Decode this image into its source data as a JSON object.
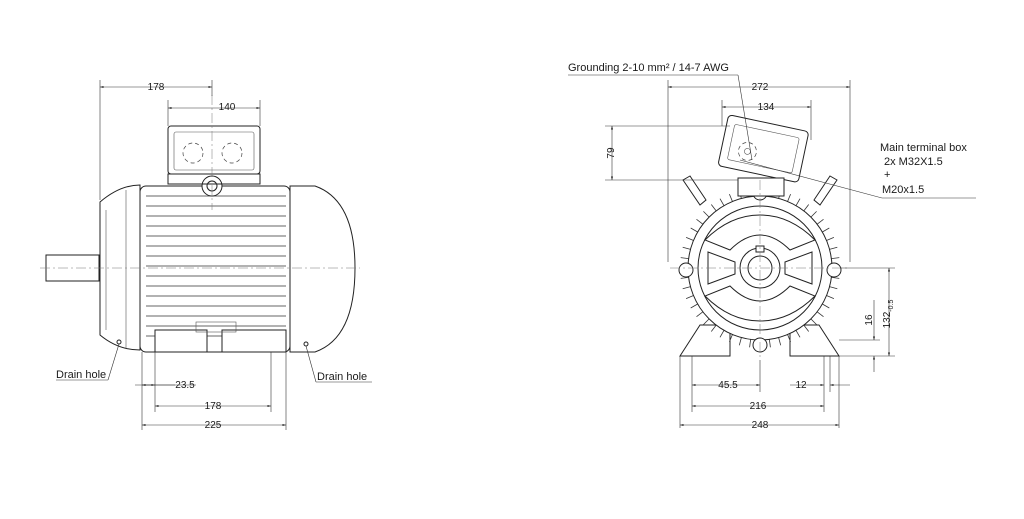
{
  "labels": {
    "grounding": "Grounding 2-10 mm² / 14-7 AWG",
    "terminal_box_1": "Main terminal box",
    "terminal_box_2": "2x M32X1.5",
    "terminal_box_3": "+",
    "terminal_box_4": "M20x1.5",
    "drain_hole_left": "Drain hole",
    "drain_hole_right": "Drain hole"
  },
  "side_view_dims": {
    "overall_top": "178",
    "box_width": "140",
    "foot_offset": "23.5",
    "foot_spacing": "178",
    "overall_length": "225"
  },
  "front_view_dims": {
    "overall_width": "272",
    "box_width": "134",
    "box_height": "79",
    "foot_center": "45.5",
    "hole_dia": "12",
    "foot_spacing": "216",
    "base_width": "248",
    "foot_height": "16",
    "shaft_height": "132",
    "shaft_height_tol": "-0.5"
  }
}
